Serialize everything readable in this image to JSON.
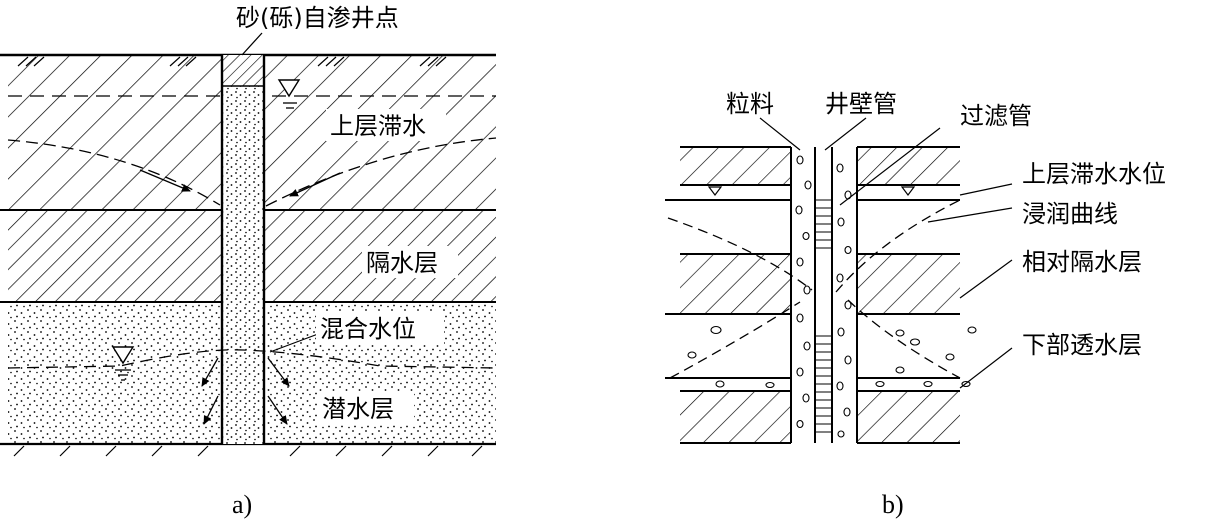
{
  "diagram": {
    "panel_a": {
      "caption": "a)",
      "labels": {
        "title": "砂(砾)自渗井点",
        "perched_water": "上层滞水",
        "aquitard": "隔水层",
        "mixed_level": "混合水位",
        "phreatic_layer": "潜水层"
      }
    },
    "panel_b": {
      "caption": "b)",
      "labels": {
        "granular_fill": "粒料",
        "well_casing": "井壁管",
        "filter_pipe": "过滤管",
        "perched_water_level": "上层滞水水位",
        "seepage_curve": "浸润曲线",
        "relative_aquitard": "相对隔水层",
        "lower_permeable_layer": "下部透水层"
      }
    }
  }
}
